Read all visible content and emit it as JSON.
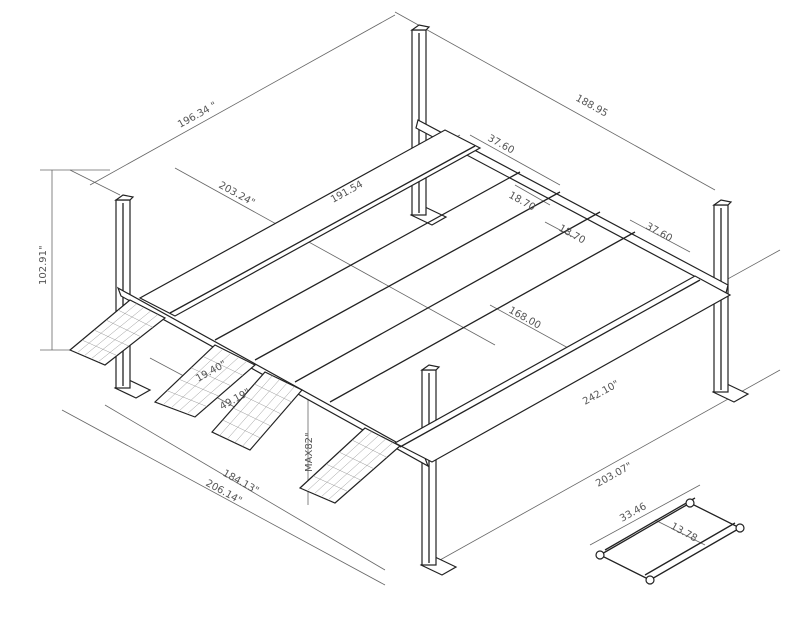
{
  "drawing": {
    "subject": "four-post-lift",
    "line_color": "#222222",
    "dimension_color": "#666666",
    "dimensions": {
      "overall_length_top": "196.34 \"",
      "overall_width_right": "188.95",
      "length_inner": "203.24\"",
      "runway_length": "191.54",
      "runway_width_back": "37.60",
      "gap_1": "18.70",
      "gap_2": "18.70",
      "runway_width_right": "37.60",
      "post_height": "102.91\"",
      "inner_width": "168.00",
      "base_length": "242.10\"",
      "base_length_2": "203.07\"",
      "ramp_width": "19.40\"",
      "ramp_spacing": "49.19\"",
      "max_height": "MAX82\"",
      "front_width": "184.13\"",
      "front_width_total": "206.14\"",
      "jack_length": "33.46",
      "jack_width": "13.78"
    }
  }
}
